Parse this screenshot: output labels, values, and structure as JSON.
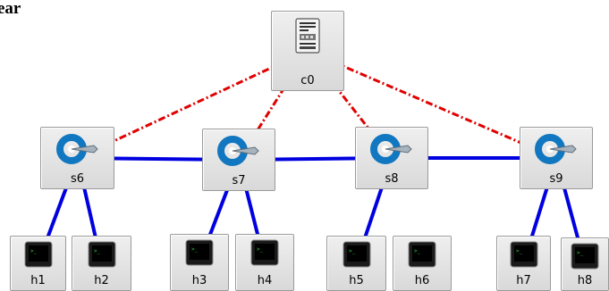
{
  "corner_title": "ear",
  "controller": {
    "label": "c0",
    "icon": "server-icon"
  },
  "switches": [
    {
      "label": "s6",
      "icon": "openflow-switch-icon"
    },
    {
      "label": "s7",
      "icon": "openflow-switch-icon"
    },
    {
      "label": "s8",
      "icon": "openflow-switch-icon"
    },
    {
      "label": "s9",
      "icon": "openflow-switch-icon"
    }
  ],
  "hosts": [
    {
      "label": "h1",
      "icon": "terminal-icon"
    },
    {
      "label": "h2",
      "icon": "terminal-icon"
    },
    {
      "label": "h3",
      "icon": "terminal-icon"
    },
    {
      "label": "h4",
      "icon": "terminal-icon"
    },
    {
      "label": "h5",
      "icon": "terminal-icon"
    },
    {
      "label": "h6",
      "icon": "terminal-icon"
    },
    {
      "label": "h7",
      "icon": "terminal-icon"
    },
    {
      "label": "h8",
      "icon": "terminal-icon"
    }
  ],
  "colors": {
    "control_link": "#e00000",
    "data_link": "#0000e0",
    "switch_icon_blue": "#1177c0",
    "node_background": "#e3e3e3"
  },
  "links": {
    "control": [
      [
        "c0",
        "s6"
      ],
      [
        "c0",
        "s7"
      ],
      [
        "c0",
        "s8"
      ],
      [
        "c0",
        "s9"
      ]
    ],
    "data": [
      [
        "s6",
        "s7"
      ],
      [
        "s7",
        "s8"
      ],
      [
        "s8",
        "s9"
      ],
      [
        "s6",
        "h1"
      ],
      [
        "s6",
        "h2"
      ],
      [
        "s7",
        "h3"
      ],
      [
        "s7",
        "h4"
      ],
      [
        "s8",
        "h5"
      ],
      [
        "s9",
        "h7"
      ],
      [
        "s9",
        "h8"
      ]
    ]
  }
}
